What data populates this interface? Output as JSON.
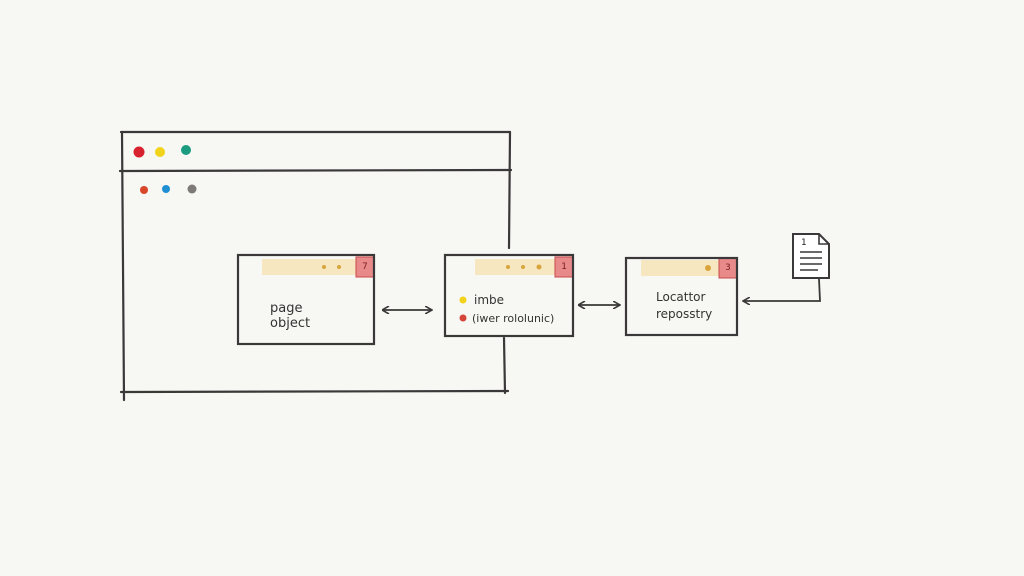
{
  "diagram": {
    "browser_window": {
      "title_bar_dots": [
        "red",
        "yellow",
        "teal"
      ],
      "toolbar_dots": [
        "red",
        "blue",
        "gray"
      ]
    },
    "nodes": [
      {
        "id": "page-object",
        "lines": [
          "page",
          "object"
        ],
        "badge": "7"
      },
      {
        "id": "image",
        "items": [
          {
            "bullet_color": "yellow",
            "text": "imbe"
          },
          {
            "bullet_color": "red",
            "text": "(iwer rololunic)"
          }
        ],
        "badge": "1"
      },
      {
        "id": "locator-repository",
        "lines": [
          "Locattor",
          "reposstry"
        ],
        "badge": "3"
      }
    ],
    "document": {
      "label": "1"
    },
    "edges": [
      {
        "from": "page-object",
        "to": "image",
        "type": "bidirectional"
      },
      {
        "from": "image",
        "to": "locator-repository",
        "type": "bidirectional"
      },
      {
        "from": "document",
        "to": "locator-repository",
        "type": "directed"
      }
    ]
  },
  "colors": {
    "background": "#f7f7f3",
    "stroke": "#3a3838",
    "dot_red": "#d8232e",
    "dot_yellow": "#f2d31b",
    "dot_teal": "#1a9c80",
    "dot_small_red": "#d9472b",
    "dot_small_blue": "#1f8fd1",
    "dot_small_gray": "#7d7a78",
    "bar_fill": "#f6e7c1",
    "badge_fill": "#e98a8a",
    "bullet_yellow": "#f3d21c",
    "bullet_red": "#d4453a"
  }
}
